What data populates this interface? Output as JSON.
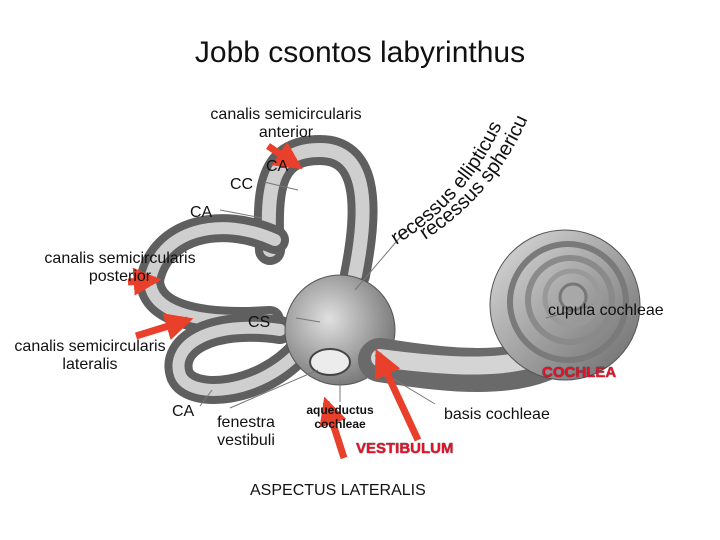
{
  "title": "Jobb csontos labyrinthus",
  "labels": {
    "canalis_anterior": "canalis semicircularis\nanterior",
    "ca_top": "CA",
    "cc": "CC",
    "ca_left": "CA",
    "canalis_posterior": "canalis semicircularis\nposterior",
    "canalis_lateralis": "canalis semicircularis\nlateralis",
    "cs": "CS",
    "ca_bottom": "CA",
    "fenestra": "fenestra\nvestibuli",
    "aqueductus": "aqueductus\ncochleae",
    "vestibulum": "VESTIBULUM",
    "basis": "basis cochleae",
    "cochlea": "COCHLEA",
    "cupula": "cupula cochleae",
    "recessus_ellipticus": "recessus ellipticus",
    "recessus_sphericus": "recessus sphericus",
    "aspectus": "ASPECTUS LATERALIS"
  },
  "colors": {
    "arrow": "#e8402a",
    "bone_dark": "#5f5f5f",
    "bone_light": "#cfcfcf",
    "accent_text": "#e8102a"
  }
}
